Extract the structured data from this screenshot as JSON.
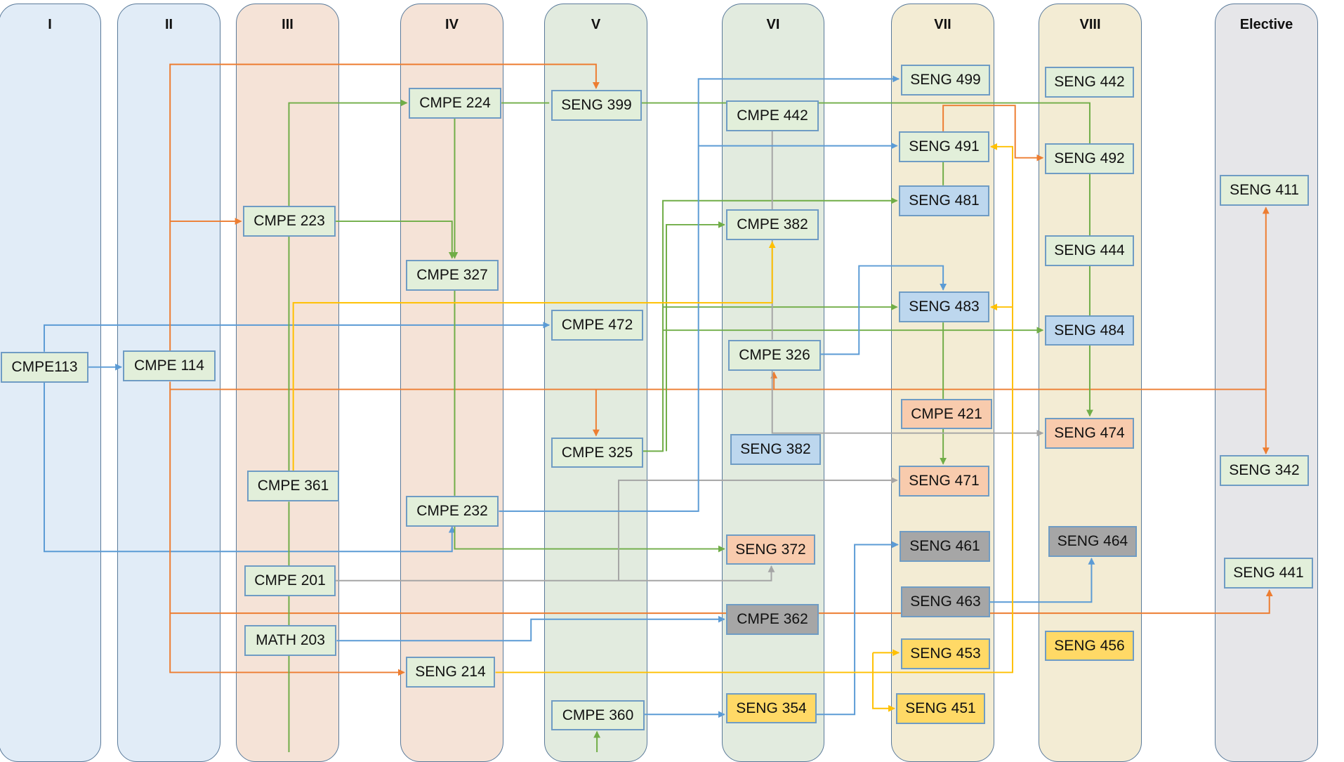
{
  "colors": {
    "blue_col": "#e1ecf7",
    "peach_col": "#f5e3d7",
    "green_col": "#e2ebdf",
    "tan_col": "#f3ecd4",
    "gray_col": "#e6e6e9",
    "box_green": "#e2efda",
    "box_blue": "#bdd7ee",
    "box_peach": "#f8cbad",
    "box_gray": "#a6a6a6",
    "box_yellow": "#ffd966",
    "edge_blue": "#5b9bd5",
    "edge_orange": "#ed7d31",
    "edge_green": "#70ad47",
    "edge_yellow": "#ffc000",
    "edge_gray": "#a5a5a5"
  },
  "semesters": [
    {
      "id": "i",
      "label": "I",
      "color": "blue_col"
    },
    {
      "id": "ii",
      "label": "II",
      "color": "blue_col"
    },
    {
      "id": "iii",
      "label": "III",
      "color": "peach_col"
    },
    {
      "id": "iv",
      "label": "IV",
      "color": "peach_col"
    },
    {
      "id": "v",
      "label": "V",
      "color": "green_col"
    },
    {
      "id": "vi",
      "label": "VI",
      "color": "green_col"
    },
    {
      "id": "vii",
      "label": "VII",
      "color": "tan_col"
    },
    {
      "id": "viii",
      "label": "VIII",
      "color": "tan_col"
    },
    {
      "id": "elective",
      "label": "Elective",
      "color": "gray_col"
    }
  ],
  "courses": [
    {
      "id": "cmpe113",
      "label": "CMPE113",
      "fill": "box_green"
    },
    {
      "id": "cmpe114",
      "label": "CMPE 114",
      "fill": "box_green"
    },
    {
      "id": "cmpe223",
      "label": "CMPE 223",
      "fill": "box_green"
    },
    {
      "id": "cmpe361",
      "label": "CMPE 361",
      "fill": "box_green"
    },
    {
      "id": "cmpe201",
      "label": "CMPE 201",
      "fill": "box_green"
    },
    {
      "id": "math203",
      "label": "MATH 203",
      "fill": "box_green"
    },
    {
      "id": "cmpe224",
      "label": "CMPE 224",
      "fill": "box_green"
    },
    {
      "id": "cmpe327",
      "label": "CMPE 327",
      "fill": "box_green"
    },
    {
      "id": "cmpe232",
      "label": "CMPE 232",
      "fill": "box_green"
    },
    {
      "id": "seng214",
      "label": "SENG 214",
      "fill": "box_green"
    },
    {
      "id": "seng399",
      "label": "SENG 399",
      "fill": "box_green"
    },
    {
      "id": "cmpe472",
      "label": "CMPE 472",
      "fill": "box_green"
    },
    {
      "id": "cmpe325",
      "label": "CMPE 325",
      "fill": "box_green"
    },
    {
      "id": "cmpe360",
      "label": "CMPE 360",
      "fill": "box_green"
    },
    {
      "id": "cmpe442",
      "label": "CMPE 442",
      "fill": "box_green"
    },
    {
      "id": "cmpe382",
      "label": "CMPE 382",
      "fill": "box_green"
    },
    {
      "id": "cmpe326",
      "label": "CMPE 326",
      "fill": "box_green"
    },
    {
      "id": "seng382",
      "label": "SENG 382",
      "fill": "box_blue"
    },
    {
      "id": "seng372",
      "label": "SENG 372",
      "fill": "box_peach"
    },
    {
      "id": "cmpe362",
      "label": "CMPE 362",
      "fill": "box_gray"
    },
    {
      "id": "seng354",
      "label": "SENG 354",
      "fill": "box_yellow"
    },
    {
      "id": "seng499",
      "label": "SENG 499",
      "fill": "box_green"
    },
    {
      "id": "seng491",
      "label": "SENG 491",
      "fill": "box_green"
    },
    {
      "id": "seng481",
      "label": "SENG 481",
      "fill": "box_blue"
    },
    {
      "id": "seng483",
      "label": "SENG 483",
      "fill": "box_blue"
    },
    {
      "id": "cmpe421",
      "label": "CMPE 421",
      "fill": "box_peach"
    },
    {
      "id": "seng471",
      "label": "SENG 471",
      "fill": "box_peach"
    },
    {
      "id": "seng461",
      "label": "SENG 461",
      "fill": "box_gray"
    },
    {
      "id": "seng463",
      "label": "SENG 463",
      "fill": "box_gray"
    },
    {
      "id": "seng453",
      "label": "SENG 453",
      "fill": "box_yellow"
    },
    {
      "id": "seng451",
      "label": "SENG 451",
      "fill": "box_yellow"
    },
    {
      "id": "seng442",
      "label": "SENG 442",
      "fill": "box_green"
    },
    {
      "id": "seng492",
      "label": "SENG 492",
      "fill": "box_green"
    },
    {
      "id": "seng444",
      "label": "SENG 444",
      "fill": "box_green"
    },
    {
      "id": "seng484",
      "label": "SENG 484",
      "fill": "box_blue"
    },
    {
      "id": "seng474",
      "label": "SENG 474",
      "fill": "box_peach"
    },
    {
      "id": "seng464",
      "label": "SENG 464",
      "fill": "box_gray"
    },
    {
      "id": "seng456",
      "label": "SENG 456",
      "fill": "box_yellow"
    },
    {
      "id": "seng411",
      "label": "SENG 411",
      "fill": "box_green"
    },
    {
      "id": "seng342",
      "label": "SENG 342",
      "fill": "box_green"
    },
    {
      "id": "seng441",
      "label": "SENG 441",
      "fill": "box_green"
    }
  ]
}
